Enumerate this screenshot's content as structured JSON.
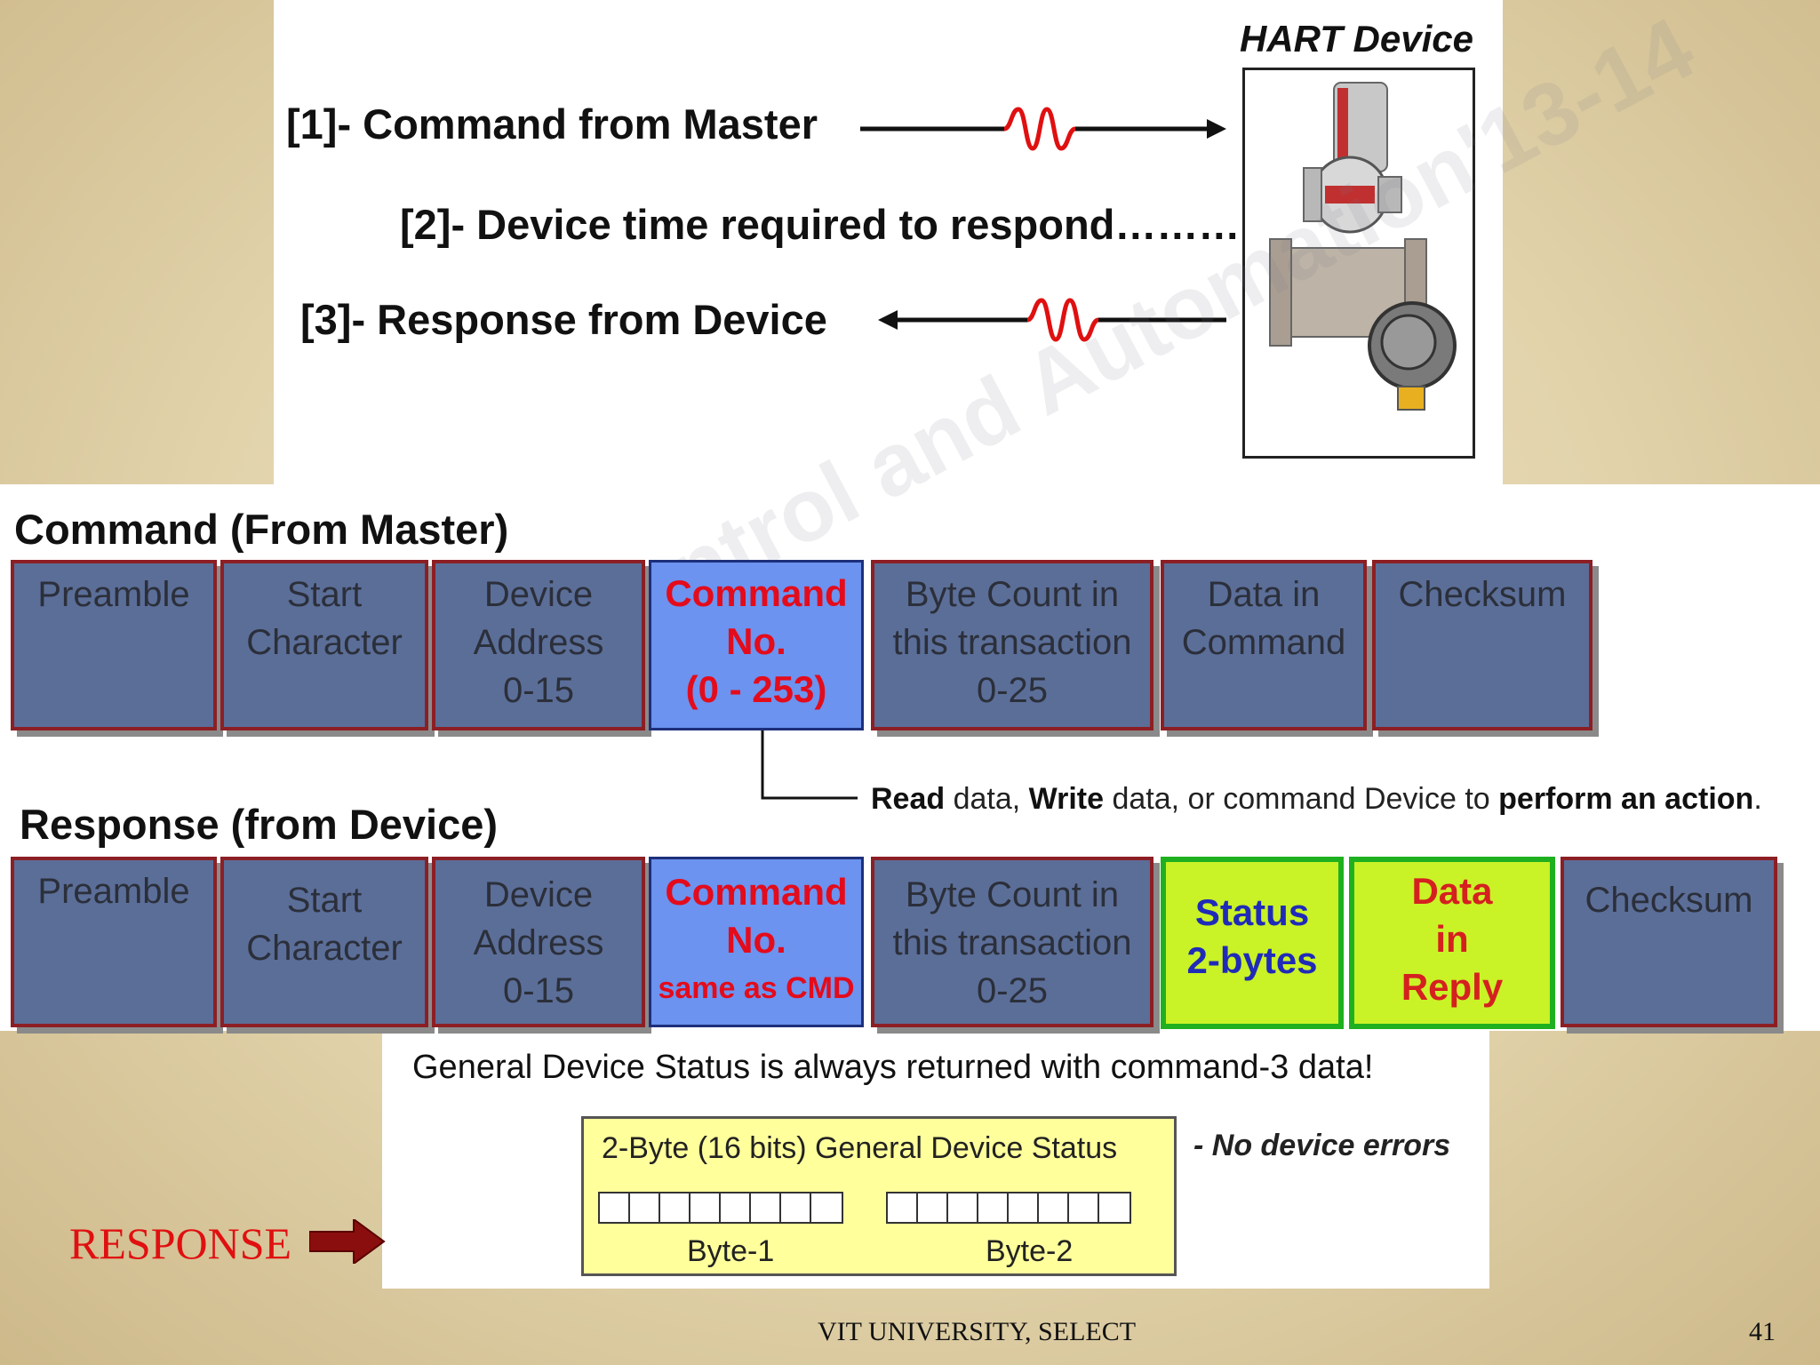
{
  "diagram": {
    "steps": {
      "command": "[1]- Command from Master",
      "delay": "[2]- Device time required to respond………",
      "response": "[3]- Response from Device"
    },
    "device_title": "HART Device"
  },
  "command_frame": {
    "title": "Command (From Master)",
    "fields": [
      {
        "lines": [
          "Preamble"
        ]
      },
      {
        "lines": [
          "Start",
          "Character"
        ]
      },
      {
        "lines": [
          "Device",
          "Address",
          "0-15"
        ]
      },
      {
        "lines": [
          "Command",
          "No.",
          "(0 - 253)"
        ]
      },
      {
        "lines": [
          "Byte Count in",
          "this transaction",
          "0-25"
        ]
      },
      {
        "lines": [
          "Data in",
          "Command"
        ]
      },
      {
        "lines": [
          "Checksum"
        ]
      }
    ]
  },
  "note": {
    "bold1": "Read",
    "text1": " data, ",
    "bold2": "Write",
    "text2": " data, or command Device to ",
    "bold3": "perform an action",
    "text3": "."
  },
  "response_frame": {
    "title": "Response (from Device)",
    "fields": [
      {
        "lines": [
          "Preamble"
        ]
      },
      {
        "lines": [
          "Start",
          "Character"
        ]
      },
      {
        "lines": [
          "Device",
          "Address",
          "0-15"
        ]
      },
      {
        "lines": [
          "Command",
          "No.",
          "same as CMD"
        ]
      },
      {
        "lines": [
          "Byte Count in",
          "this transaction",
          "0-25"
        ]
      },
      {
        "lines": [
          "Status",
          "2-bytes"
        ]
      },
      {
        "lines": [
          "Data",
          "in",
          "Reply"
        ]
      },
      {
        "lines": [
          "Checksum"
        ]
      }
    ]
  },
  "status_section": {
    "text": "General Device Status is always returned with command-3 data!",
    "box_title": "2-Byte (16 bits) General Device Status",
    "byte1": "Byte-1",
    "byte2": "Byte-2",
    "no_errors": "- No device errors"
  },
  "response_label": "RESPONSE",
  "watermark": "VIT Control and Automation'13-14",
  "footer": {
    "institution": "VIT UNIVERSITY, SELECT",
    "page_number": "41"
  },
  "colors": {
    "field_fill": "#5b6e98",
    "field_border": "#8c1f24",
    "command_fill": "#6b93ef",
    "command_text": "#e40b1b",
    "status_fill": "#c9f227",
    "status_border": "#1fb020",
    "wave": "#e01010",
    "response_label": "#e01010"
  }
}
